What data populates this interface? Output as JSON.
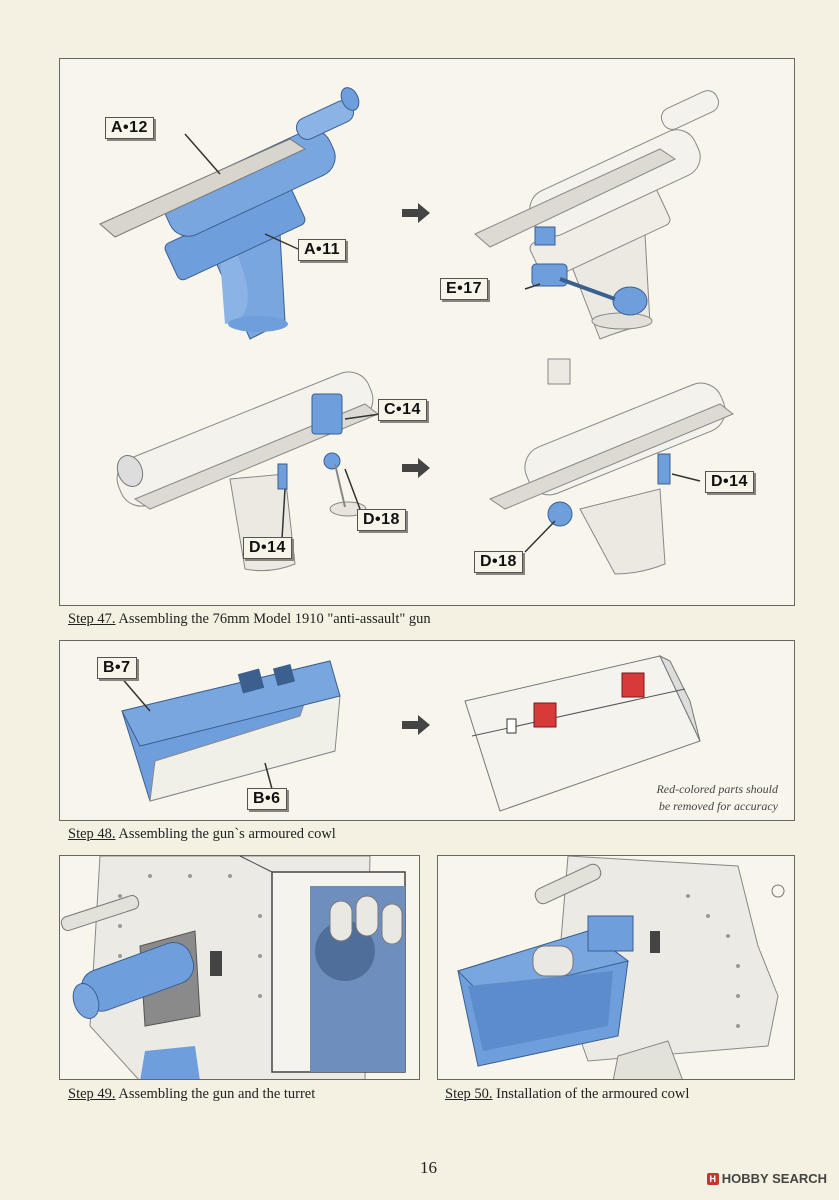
{
  "step47": {
    "caption_step": "Step 47.",
    "caption_text": " Assembling the 76mm Model 1910 \"anti-assault\" gun",
    "labels": [
      "A•12",
      "A•11",
      "E•17",
      "C•14",
      "D•14",
      "D•18",
      "D•14",
      "D•18"
    ]
  },
  "step48": {
    "caption_step": "Step 48.",
    "caption_text": " Assembling the gun`s armoured cowl",
    "labels": [
      "B•7",
      "B•6"
    ],
    "note_line1": "Red-colored parts should",
    "note_line2": "be removed for accuracy"
  },
  "step49": {
    "caption_step": "Step 49.",
    "caption_text": " Assembling the gun and the turret"
  },
  "step50": {
    "caption_step": "Step 50.",
    "caption_text": " Installation of the armoured cowl"
  },
  "page_number": "16",
  "watermark": "HOBBY SEARCH",
  "colors": {
    "part_blue": "#6e9fdc",
    "removed_red": "#d83a3a",
    "paper": "#f4f1e2"
  }
}
